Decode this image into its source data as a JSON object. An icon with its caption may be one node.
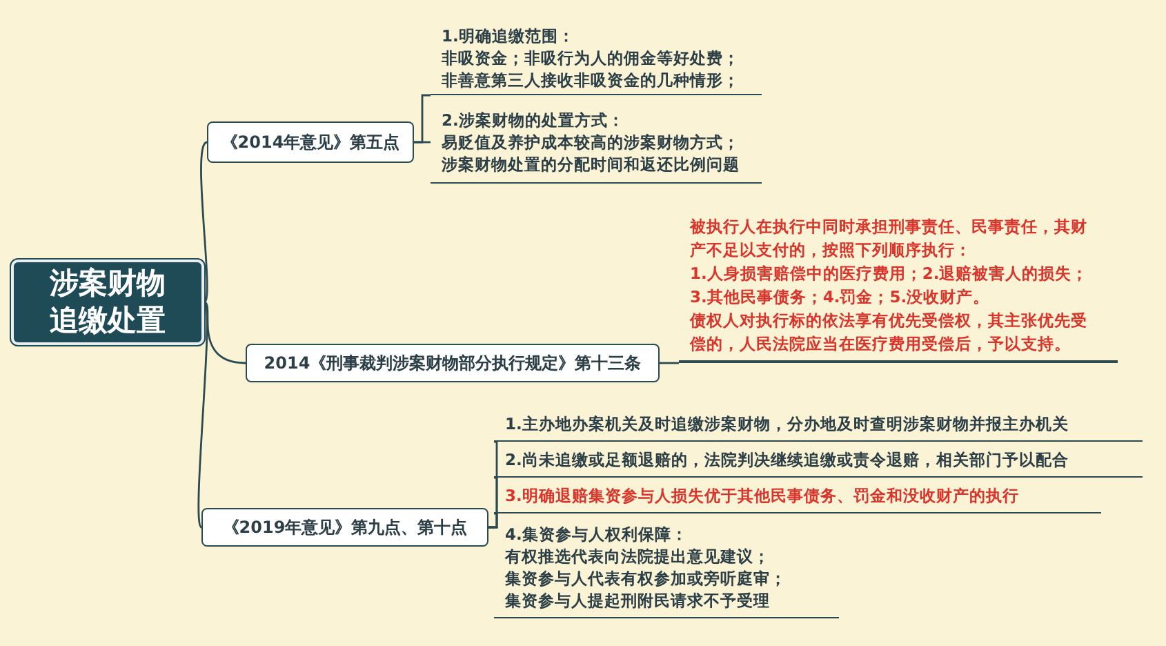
{
  "diagram": {
    "nodes": [
      {
        "text": [
          "涉案财物追缴处置"
        ]
      },
      {
        "text": [
          "《2014年意见》第五点"
        ]
      },
      {
        "text": [
          "1.明确追缴范围：",
          "非吸资金；非吸行为人的佣金等好处费；",
          "非善意第三人接收非吸资金的几种情形；"
        ]
      },
      {
        "text": [
          "2.涉案财物的处置方式：",
          "易贬值及养护成本较高的涉案财物方式；",
          "涉案财物处置的分配时间和返还比例问题"
        ]
      },
      {
        "text": [
          "2014《刑事裁判涉案财物部分执行规定》第十三条"
        ]
      },
      {
        "text": [
          "被执行人在执行中同时承担刑事责任、民事责任，其财产不足以支付的，按照下列顺序执行：",
          "1.人身损害赔偿中的医疗费用；2.退赔被害人的损失；",
          "3.其他民事债务；4.罚金；5.没收财产。",
          "债权人对执行标的依法享有优先受偿权，其主张优先受偿的，人民法院应当在医疗费用受偿后，予以支持。"
        ]
      },
      {
        "text": [
          "《2019年意见》第九点、第十点"
        ]
      },
      {
        "text": [
          "1.主办地办案机关及时追缴涉案财物，分办地及时查明涉案财物并报主办机关"
        ]
      },
      {
        "text": [
          "2.尚未追缴或足额退赔的，法院判决继续追缴或责令退赔，相关部门予以配合"
        ]
      },
      {
        "text": [
          "3.明确退赔集资参与人损失优于其他民事债务、罚金和没收财产的执行"
        ]
      },
      {
        "text": [
          "4.集资参与人权利保障：",
          "有权推选代表向法院提出意见建议；",
          "集资参与人代表有权参加或旁听庭审；",
          "集资参与人提起刑附民请求不予受理"
        ]
      }
    ],
    "edges": [
      {
        "from": 0,
        "to": 1,
        "arrow": "none"
      },
      {
        "from": 0,
        "to": 4,
        "arrow": "none"
      },
      {
        "from": 0,
        "to": 6,
        "arrow": "none"
      },
      {
        "from": 1,
        "to": 2,
        "arrow": "none"
      },
      {
        "from": 1,
        "to": 3,
        "arrow": "none"
      },
      {
        "from": 4,
        "to": 5,
        "arrow": "none"
      },
      {
        "from": 6,
        "to": 7,
        "arrow": "none"
      },
      {
        "from": 6,
        "to": 8,
        "arrow": "none"
      },
      {
        "from": 6,
        "to": 9,
        "arrow": "none"
      },
      {
        "from": 6,
        "to": 10,
        "arrow": "none"
      }
    ]
  }
}
